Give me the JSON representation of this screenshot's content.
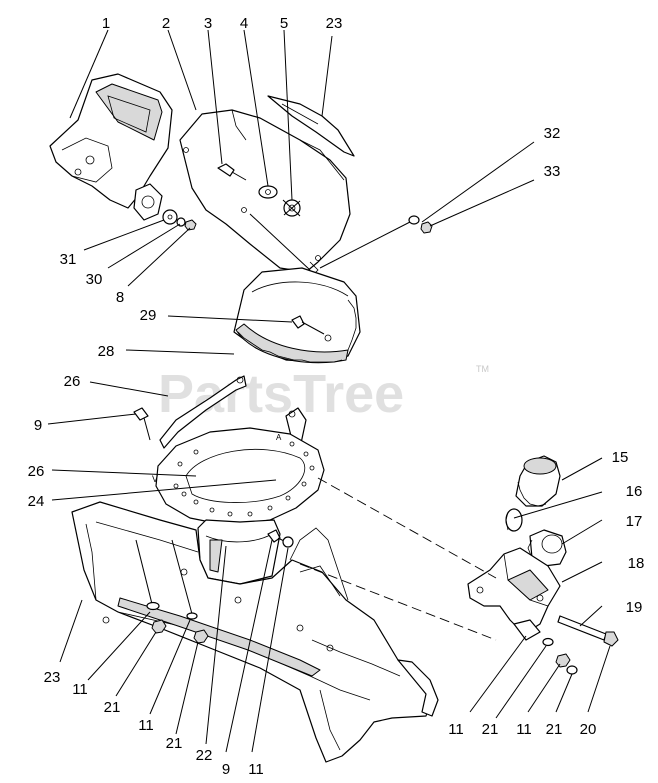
{
  "watermark": {
    "text": "PartsTree",
    "mark": "TM"
  },
  "callouts": {
    "c1": "1",
    "c2": "2",
    "c3": "3",
    "c4": "4",
    "c5": "5",
    "c23top": "23",
    "c32": "32",
    "c33": "33",
    "c31": "31",
    "c30": "30",
    "c8": "8",
    "c29": "29",
    "c28": "28",
    "c26a": "26",
    "c9a": "9",
    "c26b": "26",
    "c24": "24",
    "c15": "15",
    "c16": "16",
    "c17": "17",
    "c18": "18",
    "c19": "19",
    "c23": "23",
    "c11a": "11",
    "c21a": "21",
    "c11b": "11",
    "c21b": "21",
    "c22": "22",
    "c9b": "9",
    "c11c": "11",
    "c11d": "11",
    "c21c": "21",
    "c11e": "11",
    "c21d": "21",
    "c20": "20"
  },
  "ring_marks": {
    "v": "V",
    "a": "A"
  }
}
